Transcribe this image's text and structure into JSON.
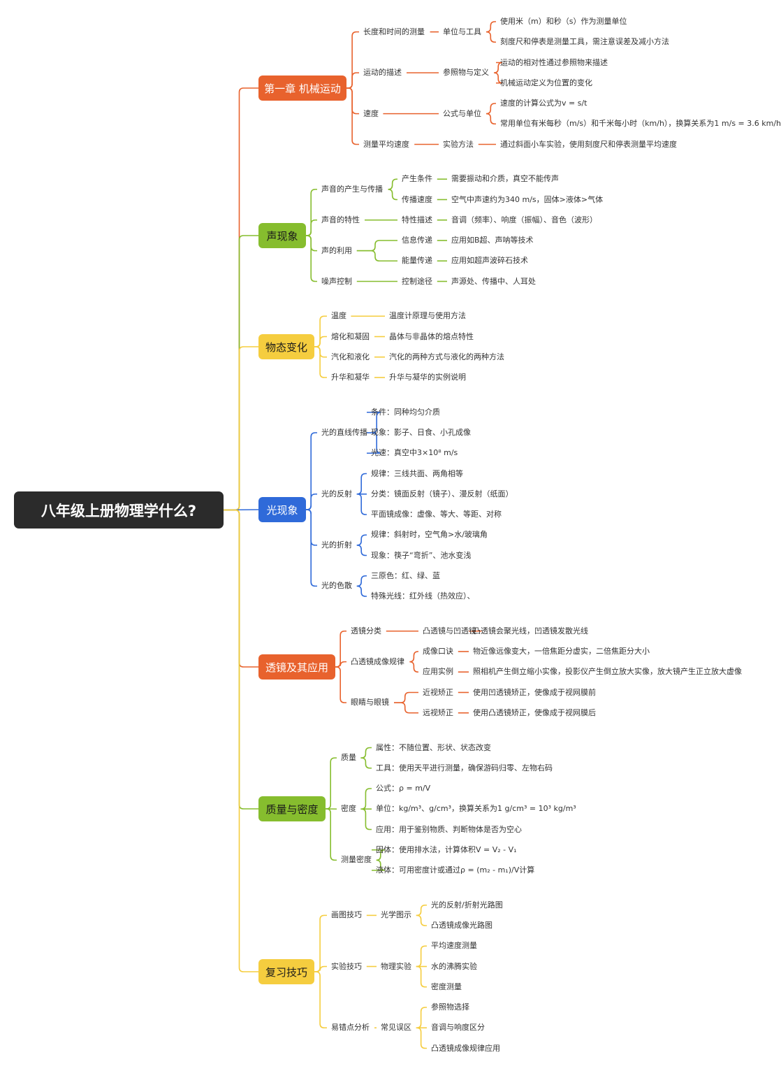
{
  "root": {
    "label": "八年级上册物理学什么?"
  },
  "branches": [
    {
      "label": "第一章 机械运动",
      "color": "#E8622D",
      "text_color": "#ffffff",
      "children": [
        {
          "label": "长度和时间的测量",
          "children": [
            {
              "label": "单位与工具",
              "children": [
                {
                  "label": "使用米（m）和秒（s）作为测量单位"
                },
                {
                  "label": "刻度尺和停表是测量工具，需注意误差及减小方法"
                }
              ]
            }
          ]
        },
        {
          "label": "运动的描述",
          "children": [
            {
              "label": "参照物与定义",
              "children": [
                {
                  "label": "运动的相对性通过参照物来描述"
                },
                {
                  "label": "机械运动定义为位置的变化"
                }
              ]
            }
          ]
        },
        {
          "label": "速度",
          "children": [
            {
              "label": "公式与单位",
              "children": [
                {
                  "label": "速度的计算公式为v = s/t"
                },
                {
                  "label": "常用单位有米每秒（m/s）和千米每小时（km/h），换算关系为1 m/s = 3.6 km/h"
                }
              ]
            }
          ]
        },
        {
          "label": "测量平均速度",
          "children": [
            {
              "label": "实验方法",
              "children": [
                {
                  "label": "通过斜面小车实验，使用刻度尺和停表测量平均速度"
                }
              ]
            }
          ]
        }
      ]
    },
    {
      "label": "声现象",
      "color": "#86BD2E",
      "text_color": "#1a1a1a",
      "children": [
        {
          "label": "声音的产生与传播",
          "children": [
            {
              "label": "产生条件",
              "children": [
                {
                  "label": "需要振动和介质，真空不能传声"
                }
              ]
            },
            {
              "label": "传播速度",
              "children": [
                {
                  "label": "空气中声速约为340 m/s，固体>液体>气体"
                }
              ]
            }
          ]
        },
        {
          "label": "声音的特性",
          "children": [
            {
              "label": "特性描述",
              "children": [
                {
                  "label": "音调（频率）、响度（振幅）、音色（波形）"
                }
              ]
            }
          ]
        },
        {
          "label": "声的利用",
          "children": [
            {
              "label": "信息传递",
              "children": [
                {
                  "label": "应用如B超、声呐等技术"
                }
              ]
            },
            {
              "label": "能量传递",
              "children": [
                {
                  "label": "应用如超声波碎石技术"
                }
              ]
            }
          ]
        },
        {
          "label": "噪声控制",
          "children": [
            {
              "label": "控制途径",
              "children": [
                {
                  "label": "声源处、传播中、人耳处"
                }
              ]
            }
          ]
        }
      ]
    },
    {
      "label": "物态变化",
      "color": "#F5CD3F",
      "text_color": "#1a1a1a",
      "children": [
        {
          "label": "温度",
          "children": [
            {
              "label": "温度计原理与使用方法"
            }
          ]
        },
        {
          "label": "熔化和凝固",
          "children": [
            {
              "label": "晶体与非晶体的熔点特性"
            }
          ]
        },
        {
          "label": "汽化和液化",
          "children": [
            {
              "label": "汽化的两种方式与液化的两种方法"
            }
          ]
        },
        {
          "label": "升华和凝华",
          "children": [
            {
              "label": "升华与凝华的实例说明"
            }
          ]
        }
      ]
    },
    {
      "label": "光现象",
      "color": "#2F6AD9",
      "text_color": "#ffffff",
      "children": [
        {
          "label": "光的直线传播",
          "children": [
            {
              "label": "条件：同种均匀介质"
            },
            {
              "label": "现象：影子、日食、小孔成像"
            },
            {
              "label": "光速：真空中3×10⁸ m/s"
            }
          ]
        },
        {
          "label": "光的反射",
          "children": [
            {
              "label": "规律：三线共面、两角相等"
            },
            {
              "label": "分类：镜面反射（镜子）、漫反射（纸面）"
            },
            {
              "label": "平面镜成像：虚像、等大、等距、对称"
            }
          ]
        },
        {
          "label": "光的折射",
          "children": [
            {
              "label": "规律：斜射时，空气角>水/玻璃角"
            },
            {
              "label": "现象：筷子“弯折”、池水变浅"
            }
          ]
        },
        {
          "label": "光的色散",
          "children": [
            {
              "label": "三原色：红、绿、蓝"
            },
            {
              "label": "特殊光线：红外线（热效应）、"
            }
          ]
        }
      ]
    },
    {
      "label": "透镜及其应用",
      "color": "#E8622D",
      "text_color": "#ffffff",
      "children": [
        {
          "label": "透镜分类",
          "children": [
            {
              "label": "凸透镜与凹透镜",
              "children": [
                {
                  "label": "凸透镜会聚光线，凹透镜发散光线"
                }
              ]
            }
          ]
        },
        {
          "label": "凸透镜成像规律",
          "children": [
            {
              "label": "成像口诀",
              "children": [
                {
                  "label": "物近像远像变大，一倍焦距分虚实，二倍焦距分大小"
                }
              ]
            },
            {
              "label": "应用实例",
              "children": [
                {
                  "label": "照相机产生倒立缩小实像，投影仪产生倒立放大实像，放大镜产生正立放大虚像"
                }
              ]
            }
          ]
        },
        {
          "label": "眼睛与眼镜",
          "children": [
            {
              "label": "近视矫正",
              "children": [
                {
                  "label": "使用凹透镜矫正，使像成于视网膜前"
                }
              ]
            },
            {
              "label": "远视矫正",
              "children": [
                {
                  "label": "使用凸透镜矫正，使像成于视网膜后"
                }
              ]
            }
          ]
        }
      ]
    },
    {
      "label": "质量与密度",
      "color": "#86BD2E",
      "text_color": "#1a1a1a",
      "children": [
        {
          "label": "质量",
          "children": [
            {
              "label": "属性：不随位置、形状、状态改变"
            },
            {
              "label": "工具：使用天平进行测量，确保游码归零、左物右码"
            }
          ]
        },
        {
          "label": "密度",
          "children": [
            {
              "label": "公式：ρ = m/V"
            },
            {
              "label": "单位：kg/m³、g/cm³，换算关系为1 g/cm³ = 10³ kg/m³"
            },
            {
              "label": "应用：用于鉴别物质、判断物体是否为空心"
            }
          ]
        },
        {
          "label": "测量密度",
          "children": [
            {
              "label": "固体：使用排水法，计算体积V = V₂ - V₁"
            },
            {
              "label": "液体：可用密度计或通过ρ = (m₂ - m₁)/V计算"
            }
          ]
        }
      ]
    },
    {
      "label": "复习技巧",
      "color": "#F5CD3F",
      "text_color": "#1a1a1a",
      "children": [
        {
          "label": "画图技巧",
          "children": [
            {
              "label": "光学图示",
              "children": [
                {
                  "label": "光的反射/折射光路图"
                },
                {
                  "label": "凸透镜成像光路图"
                }
              ]
            }
          ]
        },
        {
          "label": "实验技巧",
          "children": [
            {
              "label": "物理实验",
              "children": [
                {
                  "label": "平均速度测量"
                },
                {
                  "label": "水的沸腾实验"
                },
                {
                  "label": "密度测量"
                }
              ]
            }
          ]
        },
        {
          "label": "易错点分析",
          "children": [
            {
              "label": "常见误区",
              "children": [
                {
                  "label": "参照物选择"
                },
                {
                  "label": "音调与响度区分"
                },
                {
                  "label": "凸透镜成像规律应用"
                }
              ]
            }
          ]
        }
      ]
    }
  ]
}
